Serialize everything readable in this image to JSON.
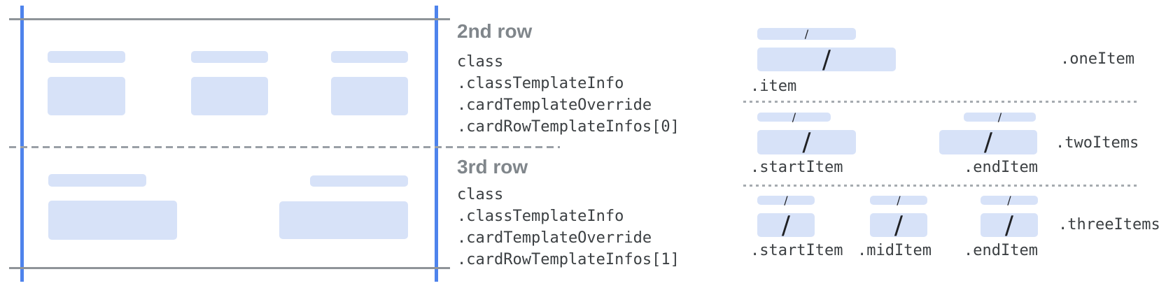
{
  "glyphs": {
    "placeholder": "/"
  },
  "colors": {
    "bar_fill": "#D7E2F8",
    "guide_blue": "#4E83EC",
    "guide_gray": "#8F9499",
    "separator_gray": "#9AA0A6",
    "heading_gray": "#80868B",
    "code_text": "#3C4043",
    "slash_text": "#202124"
  },
  "middle": {
    "sections": [
      {
        "heading": "2nd row",
        "code_lines": [
          "class",
          ".classTemplateInfo",
          ".cardTemplateOverride",
          ".cardRowTemplateInfos[0]"
        ]
      },
      {
        "heading": "3rd row",
        "code_lines": [
          "class",
          ".classTemplateInfo",
          ".cardTemplateOverride",
          ".cardRowTemplateInfos[1]"
        ]
      }
    ]
  },
  "right": {
    "sections": [
      {
        "name": ".oneItem",
        "items": [
          {
            "label": ".item"
          }
        ]
      },
      {
        "name": ".twoItems",
        "items": [
          {
            "label": ".startItem"
          },
          {
            "label": ".endItem"
          }
        ]
      },
      {
        "name": ".threeItems",
        "items": [
          {
            "label": ".startItem"
          },
          {
            "label": ".midItem"
          },
          {
            "label": ".endItem"
          }
        ]
      }
    ]
  }
}
